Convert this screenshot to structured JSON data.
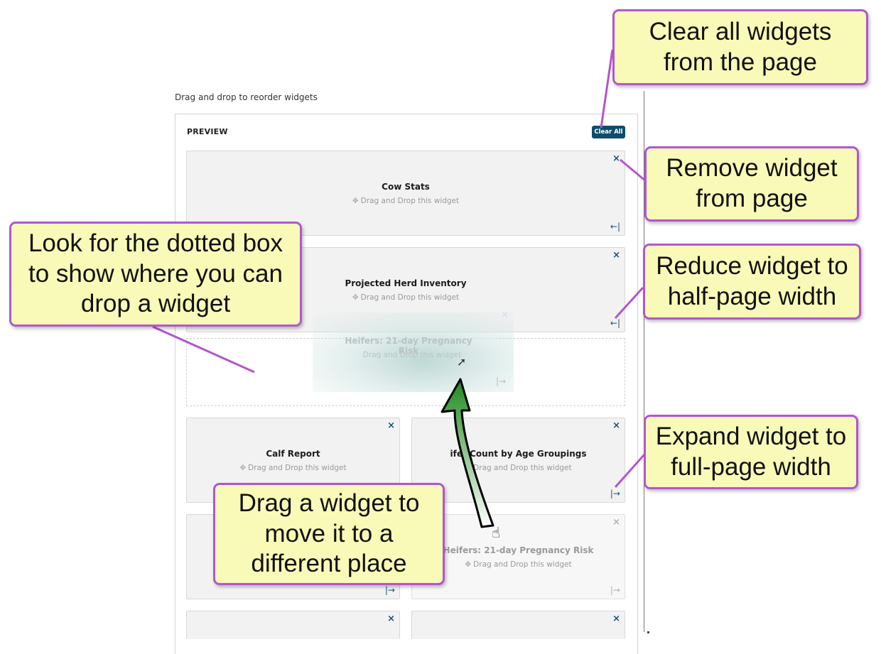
{
  "page": {
    "instruction": "Drag and drop to reorder widgets",
    "preview_label": "PREVIEW",
    "clear_all_label": "Clear All"
  },
  "icons": {
    "close": "×",
    "reduce": "←|",
    "expand": "|→",
    "move": "✥",
    "hand_cursor": "☝",
    "arrow_cursor": "➚"
  },
  "widgets": [
    {
      "title": "Cow Stats",
      "hint": "Drag and Drop this widget",
      "width": "full"
    },
    {
      "title": "Projected Herd Inventory",
      "hint": "Drag and Drop this widget",
      "width": "full"
    },
    {
      "title": "Calf Report",
      "hint": "Drag and Drop this widget",
      "width": "half"
    },
    {
      "title": "ifer Count by Age Groupings",
      "hint": "Drag and Drop this widget",
      "width": "half"
    },
    {
      "title": "Heifers: 21-day Pregnancy Risk",
      "hint": "Drag and Drop this widget",
      "width": "half",
      "state": "being-dragged"
    }
  ],
  "drag_ghost": {
    "title": "Heifers: 21-day Pregnancy Risk",
    "hint": "Drag and Drop this widget"
  },
  "callouts": {
    "clear_all": "Clear all widgets from the page",
    "remove": "Remove widget from page",
    "reduce": "Reduce widget to half-page width",
    "expand": "Expand widget to full-page width",
    "dotted_box": "Look for the dotted box to show where you can drop a widget",
    "drag": "Drag a widget to move it to a different place"
  },
  "colors": {
    "callout_fill": "#fafab8",
    "callout_border": "#b455cf",
    "accent_button": "#0f4c6b",
    "icon_blue": "#1b4f72",
    "drag_arrow": "#2e8b2e"
  }
}
